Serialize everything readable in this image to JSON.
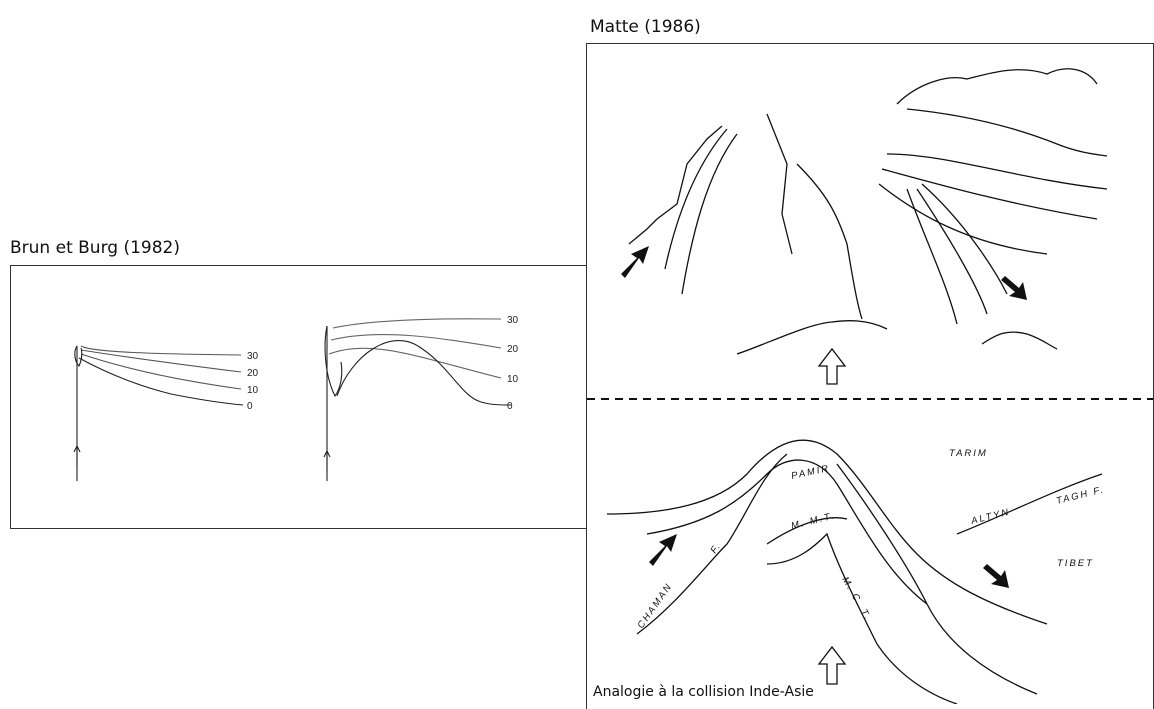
{
  "left_panel": {
    "title": "Brun et Burg (1982)",
    "small_model": {
      "contour_labels": [
        "30",
        "20",
        "10",
        "0"
      ]
    },
    "large_model": {
      "contour_labels": [
        "30",
        "20",
        "10",
        "0"
      ]
    }
  },
  "right_panel": {
    "title": "Matte (1986)",
    "caption": "Analogie à la collision Inde-Asie",
    "geo_labels": {
      "tarim": "TARIM",
      "pamir": "PAMIR",
      "altyn": "ALTYN",
      "tagh_f": "TAGH F.",
      "mmt": "M. M.T.",
      "tibet": "TIBET",
      "chaman": "CHAMAN",
      "f": "F.",
      "mct": "M. C. T."
    }
  }
}
